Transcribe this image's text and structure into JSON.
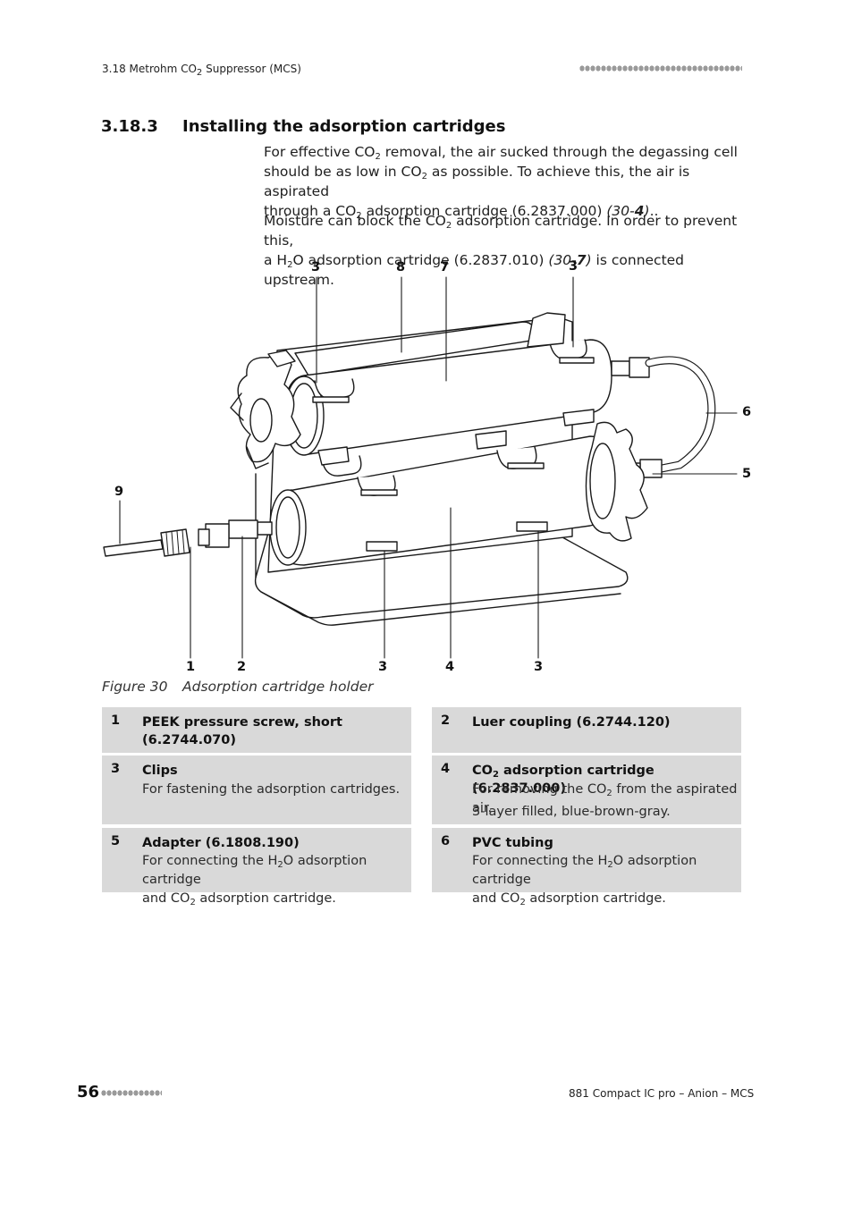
{
  "header": {
    "section_ref_pre": "3.18 Metrohm CO",
    "section_ref_sub": "2",
    "section_ref_post": " Suppressor (MCS)"
  },
  "section": {
    "number": "3.18.3",
    "title": "Installing the adsorption cartridges"
  },
  "paragraph1": {
    "a": "For effective CO",
    "s1": "2",
    "b": " removal, the air sucked through the degassing cell",
    "c": "should be as low in CO",
    "s2": "2",
    "d": " as possible. To achieve this, the air is aspirated",
    "e": "through a CO",
    "s3": "2",
    "f": " adsorption cartridge (6.2837.000) ",
    "ref_pre": "(30-",
    "ref_num": "4",
    "ref_post": ")",
    "tail": ".."
  },
  "paragraph2": {
    "a": "Moisture can block the CO",
    "s1": "2",
    "b": " adsorption cartridge. In order to prevent this,",
    "c": "a H",
    "s2": "2",
    "d": "O adsorption cartridge (6.2837.010) ",
    "ref_pre": "(30-",
    "ref_num": "7",
    "ref_post": ")",
    "tail": " is connected upstream."
  },
  "callouts": {
    "top_left_3": "3",
    "top_8": "8",
    "top_7": "7",
    "top_right_3": "3",
    "right_6": "6",
    "right_5": "5",
    "left_9": "9",
    "bottom_1": "1",
    "bottom_2": "2",
    "bottom_3a": "3",
    "bottom_4": "4",
    "bottom_3b": "3"
  },
  "figure": {
    "label": "Figure 30",
    "caption": "Adsorption cartridge holder"
  },
  "legend": [
    {
      "num": "1",
      "title": "PEEK pressure screw, short (6.2744.070)"
    },
    {
      "num": "2",
      "title": "Luer coupling (6.2744.120)"
    },
    {
      "num": "3",
      "title": "Clips",
      "desc": "For fastening the adsorption cartridges."
    },
    {
      "num": "4",
      "title_pre": "CO",
      "title_sub": "2",
      "title_post": " adsorption cartridge (6.2837.000)",
      "desc_pre": "For removing the CO",
      "desc_sub": "2",
      "desc_post": " from the aspirated air.",
      "desc2": "3-layer filled, blue-brown-gray."
    },
    {
      "num": "5",
      "title": "Adapter (6.1808.190)",
      "desc_a": "For connecting the H",
      "desc_s1": "2",
      "desc_b": "O adsorption cartridge",
      "desc_c": "and CO",
      "desc_s2": "2",
      "desc_d": " adsorption cartridge."
    },
    {
      "num": "6",
      "title": "PVC tubing",
      "desc_a": "For connecting the H",
      "desc_s1": "2",
      "desc_b": "O adsorption cartridge",
      "desc_c": "and CO",
      "desc_s2": "2",
      "desc_d": " adsorption cartridge."
    }
  ],
  "footer": {
    "page_number": "56",
    "doc_title": "881 Compact IC pro – Anion – MCS"
  }
}
